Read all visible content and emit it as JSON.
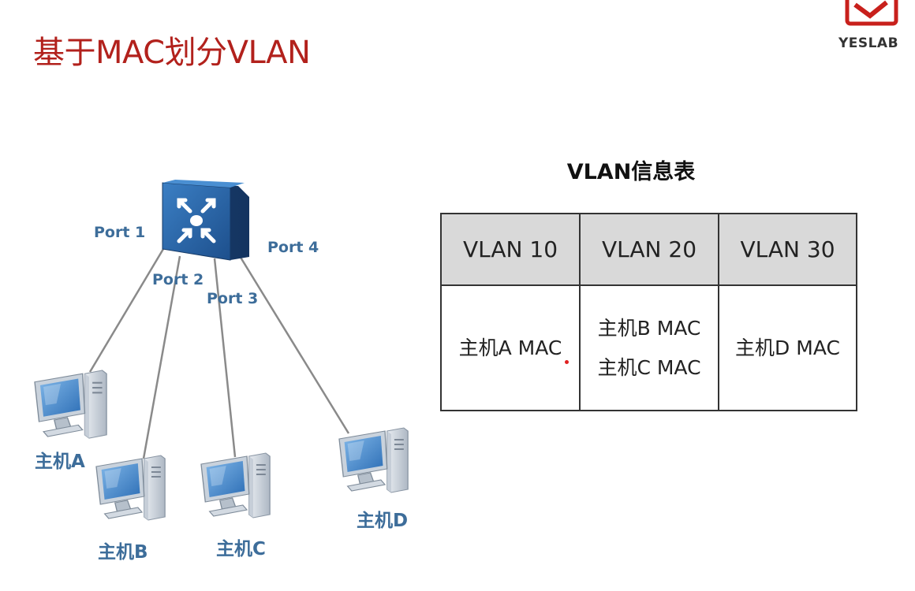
{
  "slide": {
    "title": "基于MAC划分VLAN",
    "logo_text": "YESLAB",
    "logo_icon": "yeslab-logo-icon",
    "accent_color": "#b2211c"
  },
  "diagram": {
    "switch_icon": "switch-icon",
    "host_icon": "computer-icon",
    "ports": [
      "Port 1",
      "Port 2",
      "Port 3",
      "Port 4"
    ],
    "hosts": [
      "主机A",
      "主机B",
      "主机C",
      "主机D"
    ],
    "label_color": "#3d6d9a"
  },
  "vlan_table": {
    "title": "VLAN信息表",
    "headers": [
      "VLAN 10",
      "VLAN 20",
      "VLAN 30"
    ],
    "cells": [
      [
        "主机A MAC"
      ],
      [
        "主机B MAC",
        "主机C MAC"
      ],
      [
        "主机D MAC"
      ]
    ],
    "header_bg": "#d9d9d9"
  }
}
